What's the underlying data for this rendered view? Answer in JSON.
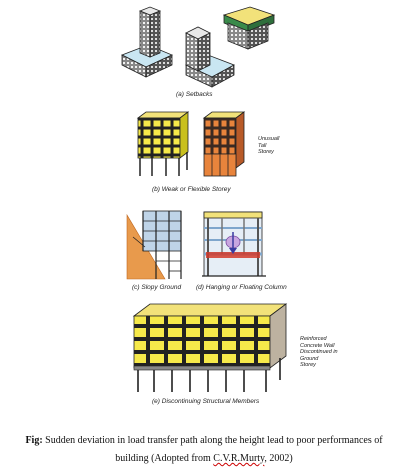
{
  "panels": {
    "a": {
      "label": "(a) Setbacks"
    },
    "b": {
      "label": "(b) Weak or Flexible Storey",
      "note": "Unusuall\nTall\nStorey"
    },
    "c": {
      "label": "(c) Slopy Ground"
    },
    "d": {
      "label": "(d) Hanging or Floating Column"
    },
    "e": {
      "label": "(e) Discontinuing Structural Members",
      "note": "Reinforced\nConcrete Wall\nDiscontinued in\nGround\nStorey"
    }
  },
  "caption": {
    "prefix": "Fig:",
    "text": " Sudden deviation in load transfer path along the height lead to poor performances of",
    "line2_start": "building (Adopted from ",
    "author": "C.V.R.Murty",
    "line2_end": ", 2002)"
  },
  "colors": {
    "facade_yellow": "#f6e94a",
    "facade_orange": "#e8843c",
    "slope_orange": "#e89a4c",
    "wall_blue": "#7fa6cc",
    "roof_yellow": "#f2e27a",
    "column_red": "#d23a2a"
  }
}
